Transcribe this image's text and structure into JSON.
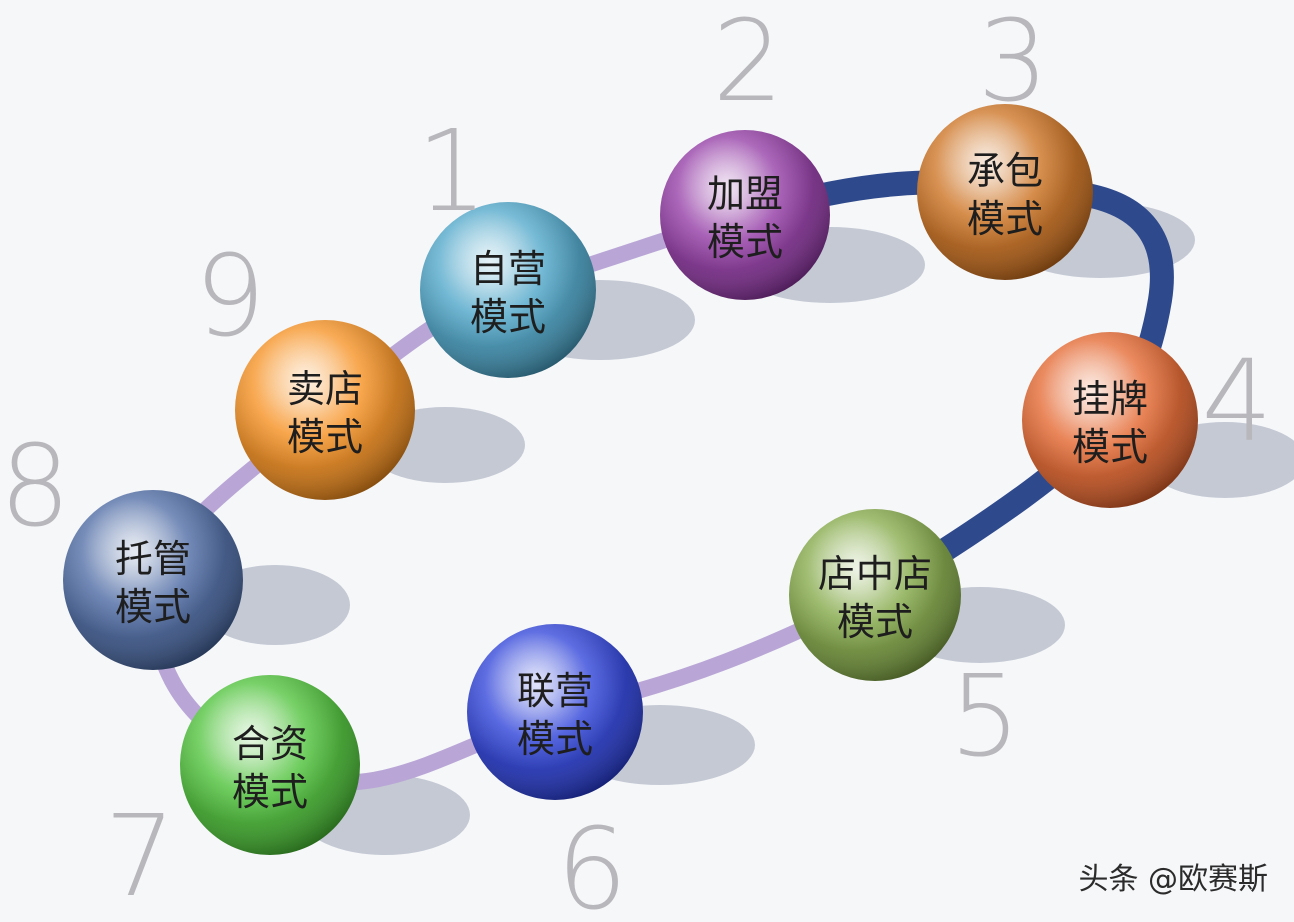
{
  "diagram": {
    "nodes": [
      {
        "number": "1",
        "line1": "自营",
        "line2": "模式",
        "color": "#3f9fc4"
      },
      {
        "number": "2",
        "line1": "加盟",
        "line2": "模式",
        "color": "#8a2b9e"
      },
      {
        "number": "3",
        "line1": "承包",
        "line2": "模式",
        "color": "#c8660f"
      },
      {
        "number": "4",
        "line1": "挂牌",
        "line2": "模式",
        "color": "#e25a1f"
      },
      {
        "number": "5",
        "line1": "店中店",
        "line2": "模式",
        "color": "#7aa23a"
      },
      {
        "number": "6",
        "line1": "联营",
        "line2": "模式",
        "color": "#1d33d6"
      },
      {
        "number": "7",
        "line1": "合资",
        "line2": "模式",
        "color": "#3fbd2a"
      },
      {
        "number": "8",
        "line1": "托管",
        "line2": "模式",
        "color": "#3e5e9c"
      },
      {
        "number": "9",
        "line1": "卖店",
        "line2": "模式",
        "color": "#f5880f"
      }
    ],
    "path_colors": {
      "light": "#b9a6d6",
      "dark": "#2f4a8c"
    }
  },
  "watermark": "头条 @欧赛斯"
}
